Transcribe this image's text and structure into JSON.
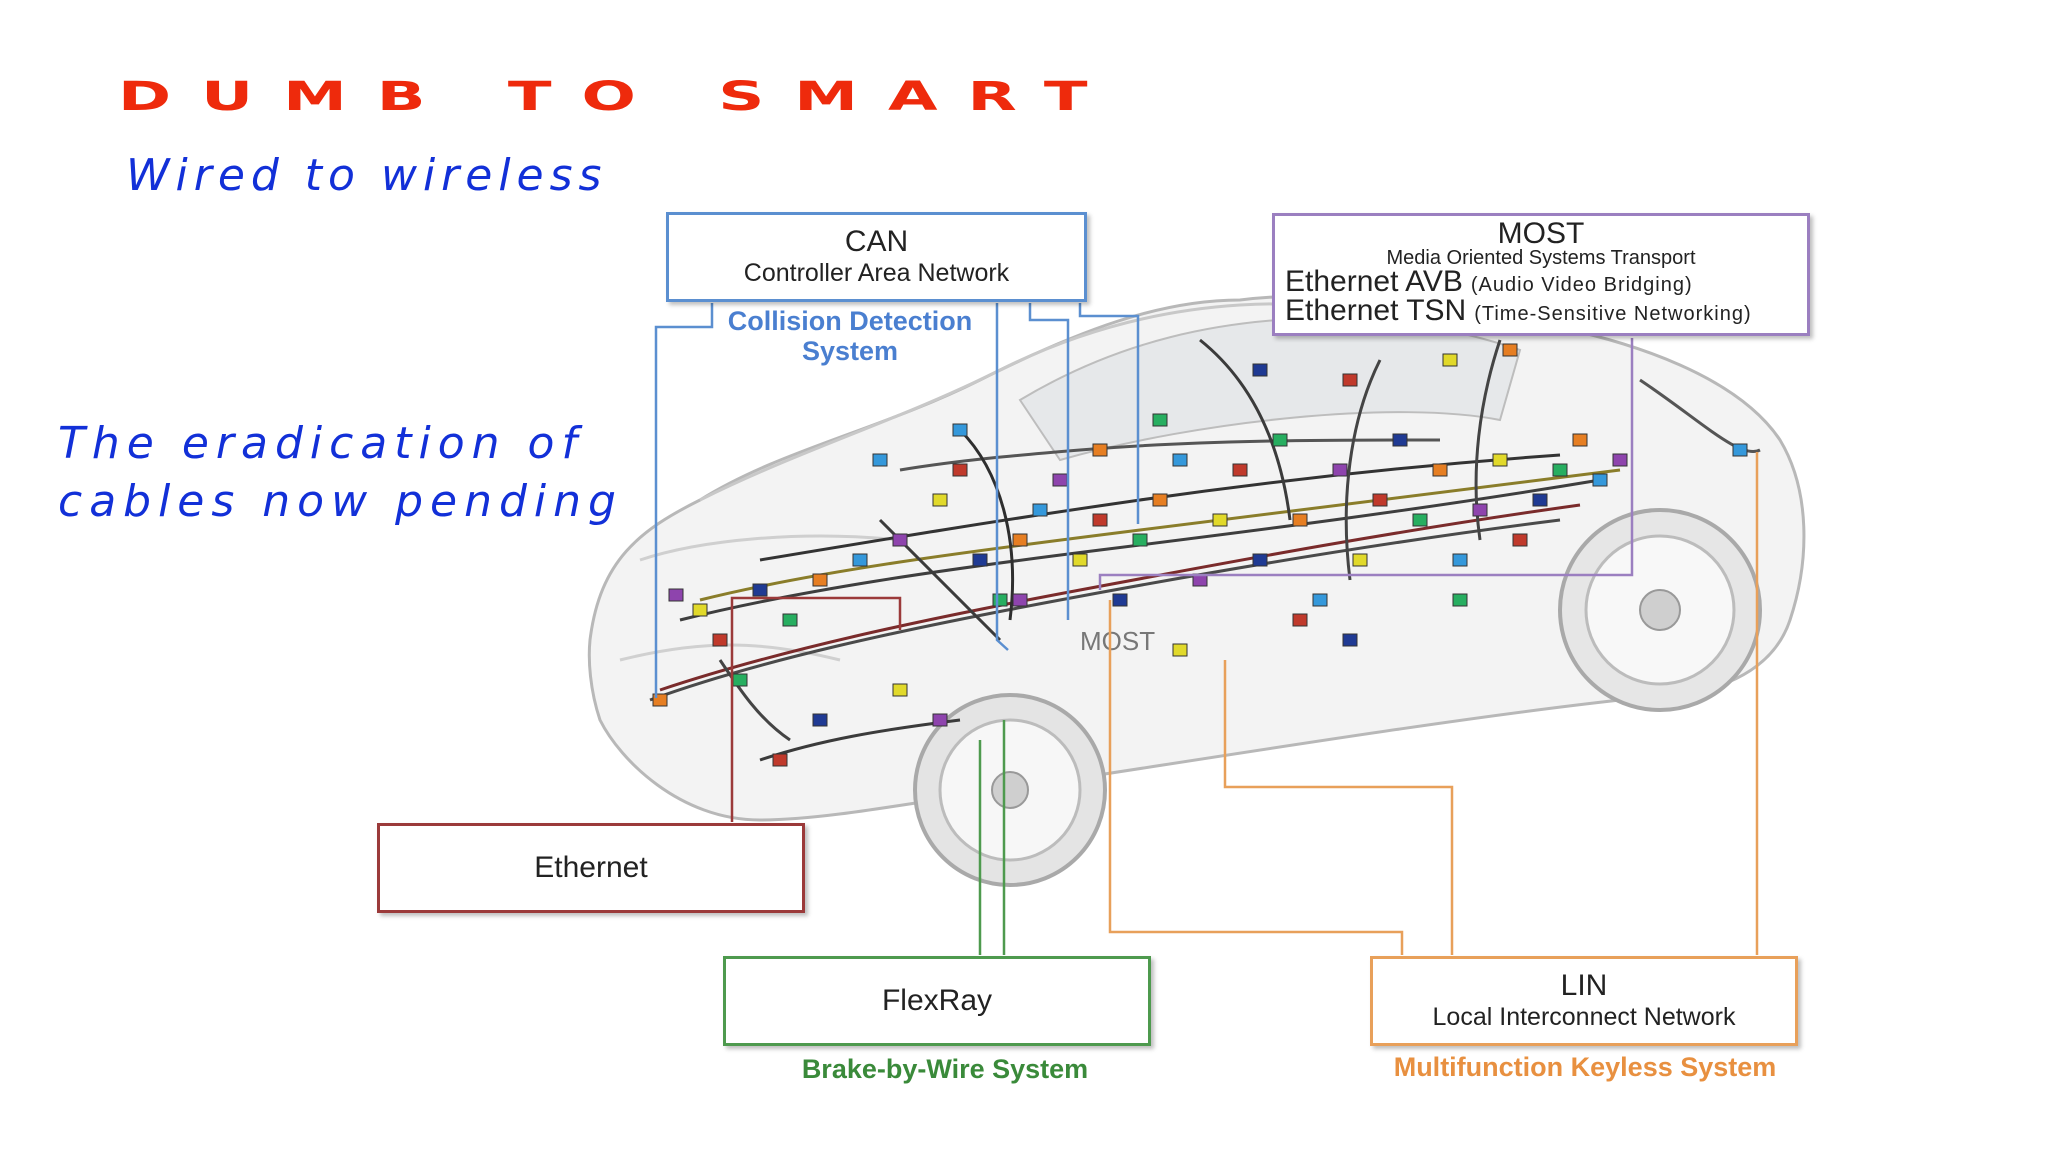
{
  "header": {
    "title": "Dumb to smart",
    "subtitle": "Wired to wireless",
    "side_line1": "The eradication of",
    "side_line2": "cables now pending"
  },
  "networks": {
    "can": {
      "name": "CAN",
      "full": "Controller Area Network",
      "system": "Collision Detection System",
      "color": "#5b8fd0"
    },
    "most": {
      "name": "MOST",
      "full": "Media Oriented Systems Transport",
      "avb": "Ethernet AVB",
      "avb_note": "(Audio Video Bridging)",
      "tsn": "Ethernet TSN",
      "tsn_note": "(Time-Sensitive Networking)",
      "color": "#9b7fc0"
    },
    "ethernet": {
      "name": "Ethernet",
      "color": "#9b3a3a"
    },
    "flexray": {
      "name": "FlexRay",
      "system": "Brake-by-Wire System",
      "color": "#4e9a4e"
    },
    "lin": {
      "name": "LIN",
      "full": "Local Interconnect Network",
      "system": "Multifunction Keyless System",
      "color": "#e8a05a"
    }
  },
  "car_label": "MOST",
  "colors": {
    "title": "#ee2a0c",
    "subtitle": "#1230d8",
    "can_text": "#4a7fd0",
    "flexray_text": "#3a8a3a",
    "lin_text": "#e89040"
  }
}
